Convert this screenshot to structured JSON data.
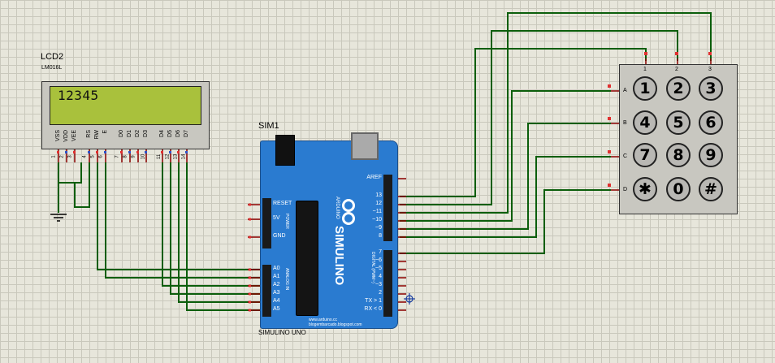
{
  "lcd": {
    "ref": "LCD2",
    "model": "LM016L",
    "display_text": "12345",
    "pins": [
      "VSS",
      "VDD",
      "VEE",
      "RS",
      "RW",
      "E",
      "D0",
      "D1",
      "D2",
      "D3",
      "D4",
      "D5",
      "D6",
      "D7"
    ],
    "pin_numbers": [
      "1",
      "2",
      "3",
      "4",
      "5",
      "6",
      "7",
      "8",
      "9",
      "10",
      "11",
      "12",
      "13",
      "14"
    ]
  },
  "arduino": {
    "ref": "SIM1",
    "model": "SIMULINO UNO",
    "logo_text": "SIMULINO",
    "brand_text": "ARDUINO",
    "power_pins": [
      "RESET",
      "5V",
      "GND"
    ],
    "power_header": "POWER",
    "analog_pins": [
      "A0",
      "A1",
      "A2",
      "A3",
      "A4",
      "A5"
    ],
    "analog_header": "ANALOG IN",
    "digital_high": [
      "AREF",
      "13",
      "12",
      "~11",
      "~10",
      "~9",
      "8"
    ],
    "digital_low": [
      "7",
      "~6",
      "~5",
      "4",
      "~3",
      "2",
      "TX > 1",
      "RX < 0"
    ],
    "digital_header": "DIGITAL (PWM~)",
    "url1": "www.arduino.cc",
    "url2": "blogembarcado.blogspot.com"
  },
  "keypad": {
    "col_labels": [
      "1",
      "2",
      "3"
    ],
    "row_labels": [
      "A",
      "B",
      "C",
      "D"
    ],
    "keys": [
      [
        "1",
        "2",
        "3"
      ],
      [
        "4",
        "5",
        "6"
      ],
      [
        "7",
        "8",
        "9"
      ],
      [
        "✱",
        "0",
        "#"
      ]
    ]
  },
  "colors": {
    "wire": "#0b5e0b",
    "pin": "#8b0000",
    "board": "#2a7bd0",
    "lcd_screen": "#a9c13c",
    "canvas": "#e7e6db"
  }
}
